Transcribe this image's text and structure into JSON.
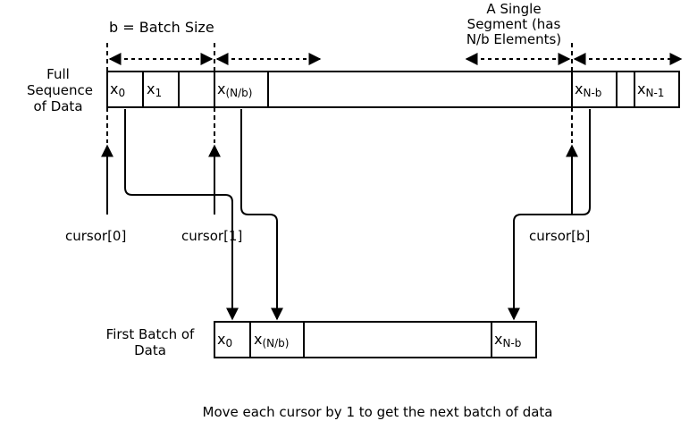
{
  "labels": {
    "batch_size": "b = Batch Size",
    "single_segment": "A Single Segment (has N/b Elements)",
    "full_sequence": "Full Sequence of Data",
    "first_batch": "First Batch of Data",
    "cursor_0": "cursor[0]",
    "cursor_1": "cursor[1]",
    "cursor_b": "cursor[b]",
    "caption": "Move each cursor by 1 to get the next batch of data"
  },
  "full_sequence_cells": [
    {
      "base": "x",
      "sub": "0"
    },
    {
      "base": "x",
      "sub": "1"
    },
    {
      "base": "x",
      "sub": "(N/b)"
    },
    {
      "base": "x",
      "sub": "N-b"
    },
    {
      "base": "x",
      "sub": "N-1"
    }
  ],
  "first_batch_cells": [
    {
      "base": "x",
      "sub": "0"
    },
    {
      "base": "x",
      "sub": "(N/b)"
    },
    {
      "base": "x",
      "sub": "N-b"
    }
  ],
  "colors": {
    "stroke": "#000000",
    "background": "#ffffff"
  }
}
